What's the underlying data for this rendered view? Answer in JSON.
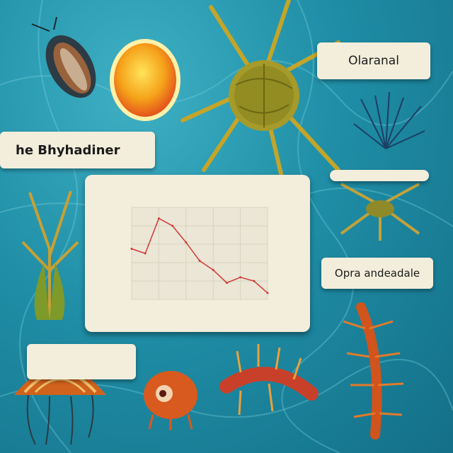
{
  "labels": {
    "top_right": "Olaranal",
    "left": "he Bhyhadiner",
    "right": "Opra andeadale",
    "mid_right": "",
    "bottom_left": ""
  },
  "colors": {
    "water": "#1f8ea6",
    "card": "#f3eedb",
    "line": "#d13a36",
    "sun": "#f2a11c"
  },
  "chart_data": {
    "type": "line",
    "title": "",
    "xlabel": "",
    "ylabel": "",
    "x": [
      0,
      1,
      2,
      3,
      4,
      5,
      6,
      7,
      8,
      9,
      10
    ],
    "values": [
      0.55,
      0.5,
      0.88,
      0.8,
      0.62,
      0.42,
      0.32,
      0.18,
      0.24,
      0.2,
      0.07
    ],
    "xlim": [
      0,
      10
    ],
    "ylim": [
      0,
      1
    ],
    "grid": true
  }
}
